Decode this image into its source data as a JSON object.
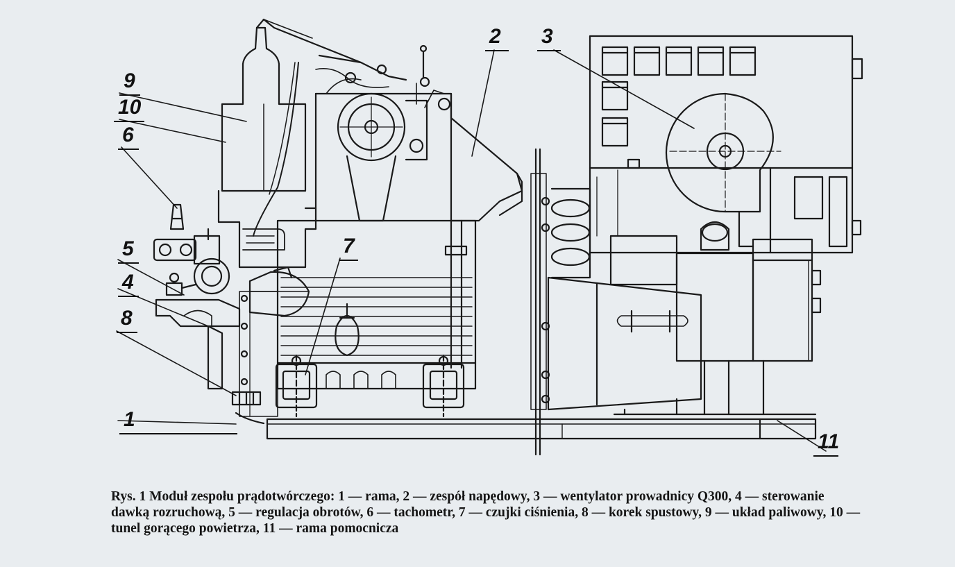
{
  "figure": {
    "labels": [
      {
        "id": "1",
        "text": "1"
      },
      {
        "id": "2",
        "text": "2"
      },
      {
        "id": "3",
        "text": "3"
      },
      {
        "id": "4",
        "text": "4"
      },
      {
        "id": "5",
        "text": "5"
      },
      {
        "id": "6",
        "text": "6"
      },
      {
        "id": "7",
        "text": "7"
      },
      {
        "id": "8",
        "text": "8"
      },
      {
        "id": "9",
        "text": "9"
      },
      {
        "id": "10",
        "text": "10"
      },
      {
        "id": "11",
        "text": "11"
      }
    ],
    "caption": "Rys. 1 Moduł zespołu prądotwórczego: 1 — rama, 2 — zespół napędowy, 3 — wentylator prowadnicy Q300, 4 — sterowanie dawką rozruchową, 5 — regulacja obrotów, 6 — tachometr, 7 — czujki ciśnienia, 8 — korek spustowy, 9 — układ paliwowy, 10 — tunel gorącego powietrza, 11 — rama pomocnicza"
  },
  "colors": {
    "paper": "#e9edf0",
    "ink": "#1a1a1a"
  }
}
